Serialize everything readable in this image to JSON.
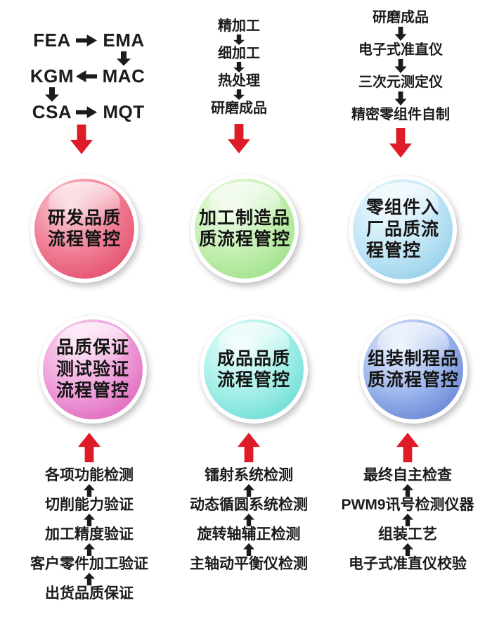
{
  "colors": {
    "red_arrow": "#de1b27",
    "black": "#1c1c1c"
  },
  "top_flows": {
    "codes": [
      "FEA",
      "EMA",
      "KGM",
      "MAC",
      "CSA",
      "MQT"
    ],
    "machining_steps": [
      "精加工",
      "细加工",
      "热处理",
      "研磨成品"
    ],
    "incoming_steps": [
      "研磨成品",
      "电子式准直仪",
      "三次元测定仪",
      "精密零组件自制"
    ]
  },
  "bubbles_row1": [
    {
      "name": "rd-quality",
      "lines": [
        "研发品质",
        "流程管控"
      ],
      "pointer": "right",
      "colors": {
        "c1": "#fad2dc",
        "c2": "#f07e94",
        "c3": "#e03a5c"
      }
    },
    {
      "name": "machining-quality",
      "lines": [
        "加工制造品",
        "质流程管控"
      ],
      "pointer": "right",
      "colors": {
        "c1": "#f2fcec",
        "c2": "#c4efb2",
        "c3": "#8edc78"
      }
    },
    {
      "name": "incoming-quality",
      "lines": [
        "零组件入",
        "厂品质流",
        "程管控"
      ],
      "pointer": "right",
      "colors": {
        "c1": "#effaff",
        "c2": "#c2e6f6",
        "c3": "#84c6e6"
      }
    }
  ],
  "bubbles_row2": [
    {
      "name": "qa-test-verify",
      "lines": [
        "品质保证",
        "测试验证",
        "流程管控"
      ],
      "pointer": "left",
      "colors": {
        "c1": "#fbdff3",
        "c2": "#efa0da",
        "c3": "#da4fb2"
      }
    },
    {
      "name": "finished-product-quality",
      "lines": [
        "成品品质",
        "流程管控"
      ],
      "pointer": "left",
      "colors": {
        "c1": "#f0fffd",
        "c2": "#a5efe8",
        "c3": "#55d6cc"
      }
    },
    {
      "name": "assembly-process-quality",
      "lines": [
        "组装制程品",
        "质流程管控"
      ],
      "pointer": "left",
      "colors": {
        "c1": "#e9effc",
        "c2": "#9db6ec",
        "c3": "#5070cc"
      }
    }
  ],
  "bottom_flows": [
    {
      "items": [
        "各项功能检测",
        "切削能力验证",
        "加工精度验证",
        "客户零件加工验证",
        "出货品质保证"
      ]
    },
    {
      "items": [
        "镭射系统检测",
        "动态循圆系统检测",
        "旋转轴辅正检测",
        "主轴动平衡仪检测"
      ]
    },
    {
      "items": [
        "最终自主检查",
        "PWM9讯号检测仪器",
        "组装工艺",
        "电子式准直仪校验"
      ]
    }
  ]
}
